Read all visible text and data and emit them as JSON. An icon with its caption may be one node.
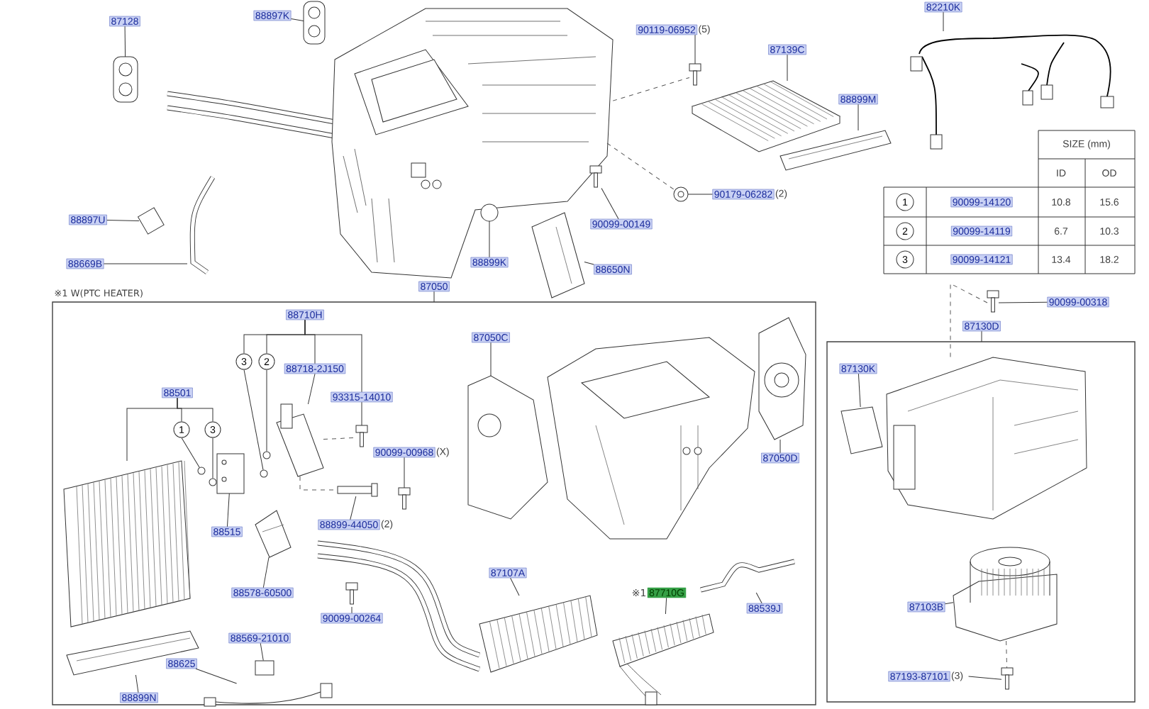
{
  "diagram": {
    "nodes": [
      {
        "text": [
          "87128"
        ]
      },
      {
        "text": [
          "88897K"
        ]
      },
      {
        "text": [
          "90119-06952"
        ],
        "beside": [
          "(5)"
        ]
      },
      {
        "text": [
          "87139C"
        ]
      },
      {
        "text": [
          "88899M"
        ]
      },
      {
        "text": [
          "82210K"
        ]
      },
      {
        "text": [
          "88897U"
        ]
      },
      {
        "text": [
          "88669B"
        ]
      },
      {
        "text": [
          "88899K"
        ]
      },
      {
        "text": [
          "90099-00149"
        ]
      },
      {
        "text": [
          "90179-06282"
        ],
        "beside": [
          "(2)"
        ]
      },
      {
        "text": [
          "88650N"
        ]
      },
      {
        "text": [
          "87050"
        ]
      },
      {
        "text": [],
        "shape": "box"
      },
      {
        "text": [
          "88710H"
        ],
        "in": 13
      },
      {
        "text": [
          "3"
        ],
        "in": 13
      },
      {
        "text": [
          "2"
        ],
        "in": 13
      },
      {
        "text": [
          "88718-2J150"
        ],
        "in": 13
      },
      {
        "text": [
          "93315-14010"
        ],
        "in": 13
      },
      {
        "text": [
          "88501"
        ],
        "in": 13
      },
      {
        "text": [
          "1"
        ],
        "in": 13
      },
      {
        "text": [
          "3"
        ],
        "in": 13
      },
      {
        "text": [
          "87050C"
        ],
        "in": 13
      },
      {
        "text": [
          "87050D"
        ],
        "in": 13
      },
      {
        "text": [
          "90099-00968"
        ],
        "beside": [
          "(X)"
        ],
        "in": 13
      },
      {
        "text": [
          "88515"
        ],
        "in": 13
      },
      {
        "text": [
          "88899-44050"
        ],
        "beside": [
          "(2)"
        ],
        "in": 13
      },
      {
        "text": [
          "88578-60500"
        ],
        "in": 13
      },
      {
        "text": [
          "90099-00264"
        ],
        "in": 13
      },
      {
        "text": [
          "87107A"
        ],
        "in": 13
      },
      {
        "text": [
          "87710G"
        ],
        "beside": [
          "※1"
        ],
        "in": 13
      },
      {
        "text": [
          "88539J"
        ],
        "in": 13
      },
      {
        "text": [
          "88569-21010"
        ],
        "in": 13
      },
      {
        "text": [
          "88625"
        ],
        "in": 13
      },
      {
        "text": [
          "88899N"
        ],
        "in": 13
      },
      {
        "text": [
          "90099-00318"
        ]
      },
      {
        "text": [
          "87130D"
        ]
      },
      {
        "text": [],
        "shape": "box"
      },
      {
        "text": [
          "87130K"
        ],
        "in": 37
      },
      {
        "text": [
          "87103B"
        ],
        "in": 37
      },
      {
        "text": [
          "87193-87101"
        ],
        "beside": [
          "(3)"
        ],
        "in": 37
      },
      {
        "text": [],
        "shape": "picture"
      },
      {
        "text": [],
        "shape": "picture"
      },
      {
        "text": [],
        "shape": "picture"
      },
      {
        "text": [],
        "shape": "picture"
      },
      {
        "text": [],
        "shape": "picture"
      },
      {
        "text": [],
        "shape": "picture"
      },
      {
        "text": [],
        "shape": "picture"
      },
      {
        "text": [],
        "shape": "picture"
      },
      {
        "text": [],
        "shape": "picture"
      },
      {
        "text": [],
        "shape": "picture"
      },
      {
        "text": [],
        "shape": "picture"
      },
      {
        "text": [],
        "shape": "picture"
      },
      {
        "text": [],
        "shape": "picture"
      },
      {
        "text": [],
        "shape": "picture",
        "in": 13
      },
      {
        "text": [],
        "shape": "picture",
        "in": 13
      },
      {
        "text": [],
        "shape": "circle",
        "in": 13
      },
      {
        "text": [],
        "shape": "circle",
        "in": 13
      },
      {
        "text": [],
        "shape": "circle",
        "in": 13
      },
      {
        "text": [],
        "shape": "circle",
        "in": 13
      },
      {
        "text": [],
        "shape": "picture",
        "in": 13
      },
      {
        "text": [],
        "shape": "picture",
        "in": 13
      },
      {
        "text": [],
        "shape": "picture",
        "in": 13
      },
      {
        "text": [],
        "shape": "picture",
        "in": 13
      },
      {
        "text": [],
        "shape": "picture",
        "in": 13
      },
      {
        "text": [],
        "shape": "picture",
        "in": 13
      },
      {
        "text": [],
        "shape": "picture",
        "in": 13
      },
      {
        "text": [],
        "shape": "picture",
        "in": 13
      },
      {
        "text": [],
        "shape": "picture",
        "in": 13
      },
      {
        "text": [],
        "shape": "picture",
        "in": 13
      },
      {
        "text": [],
        "shape": "picture",
        "in": 13
      },
      {
        "text": [],
        "shape": "picture",
        "in": 13
      },
      {
        "text": [],
        "shape": "picture",
        "in": 13
      },
      {
        "text": [],
        "shape": "picture",
        "in": 13
      },
      {
        "text": [],
        "shape": "box",
        "in": 13
      },
      {
        "text": [],
        "shape": "picture"
      },
      {
        "text": [],
        "shape": "picture",
        "in": 37
      },
      {
        "text": [],
        "shape": "picture",
        "in": 37
      },
      {
        "text": [],
        "shape": "picture",
        "in": 37
      },
      {
        "text": [],
        "shape": "picture",
        "in": 37
      }
    ],
    "edges": [
      {
        "from": 0,
        "to": 41,
        "arrow": "none"
      },
      {
        "from": 1,
        "to": 42,
        "arrow": "none"
      },
      {
        "from": 2,
        "to": 46,
        "arrow": "none"
      },
      {
        "from": 3,
        "to": 47,
        "arrow": "none"
      },
      {
        "from": 4,
        "to": 48,
        "arrow": "none"
      },
      {
        "from": 5,
        "to": 49,
        "arrow": "none"
      },
      {
        "from": 6,
        "to": 45,
        "arrow": "none"
      },
      {
        "from": 7,
        "to": 44,
        "arrow": "none"
      },
      {
        "from": 8,
        "to": 53,
        "arrow": "none"
      },
      {
        "from": 9,
        "to": 50,
        "arrow": "none"
      },
      {
        "from": 10,
        "to": 51,
        "arrow": "none"
      },
      {
        "from": 11,
        "to": 52,
        "arrow": "none"
      },
      {
        "from": 12,
        "to": 13,
        "arrow": "none"
      },
      {
        "from": 14,
        "to": 15,
        "arrow": "none"
      },
      {
        "from": 14,
        "to": 16,
        "arrow": "none"
      },
      {
        "from": 14,
        "to": 17,
        "arrow": "none"
      },
      {
        "from": 14,
        "to": 18,
        "arrow": "none"
      },
      {
        "from": 15,
        "to": 58,
        "arrow": "none"
      },
      {
        "from": 16,
        "to": 59,
        "arrow": "none"
      },
      {
        "from": 17,
        "to": 61,
        "arrow": "none"
      },
      {
        "from": 18,
        "to": 62,
        "arrow": "none"
      },
      {
        "from": 19,
        "to": 20,
        "arrow": "none"
      },
      {
        "from": 19,
        "to": 21,
        "arrow": "none"
      },
      {
        "from": 19,
        "to": 54,
        "arrow": "none"
      },
      {
        "from": 20,
        "to": 56,
        "arrow": "none"
      },
      {
        "from": 21,
        "to": 57,
        "arrow": "none"
      },
      {
        "from": 22,
        "to": 66,
        "arrow": "none"
      },
      {
        "from": 23,
        "to": 68,
        "arrow": "none"
      },
      {
        "from": 24,
        "to": 64,
        "arrow": "none"
      },
      {
        "from": 25,
        "to": 60,
        "arrow": "none"
      },
      {
        "from": 26,
        "to": 63,
        "arrow": "none"
      },
      {
        "from": 27,
        "to": 69,
        "arrow": "none"
      },
      {
        "from": 28,
        "to": 65,
        "arrow": "none"
      },
      {
        "from": 29,
        "to": 70,
        "arrow": "none"
      },
      {
        "from": 30,
        "to": 71,
        "arrow": "none"
      },
      {
        "from": 31,
        "to": 72,
        "arrow": "none"
      },
      {
        "from": 32,
        "to": 74,
        "arrow": "none"
      },
      {
        "from": 33,
        "to": 73,
        "arrow": "none"
      },
      {
        "from": 34,
        "to": 55,
        "arrow": "none"
      },
      {
        "from": 35,
        "to": 75,
        "arrow": "none"
      },
      {
        "from": 36,
        "to": 37,
        "arrow": "none"
      },
      {
        "from": 38,
        "to": 77,
        "arrow": "none"
      },
      {
        "from": 39,
        "to": 78,
        "arrow": "none"
      },
      {
        "from": 40,
        "to": 79,
        "arrow": "none"
      },
      {
        "from": 43,
        "to": 46,
        "arrow": "none",
        "style": "dashed"
      },
      {
        "from": 43,
        "to": 51,
        "arrow": "none",
        "style": "dashed"
      },
      {
        "from": 61,
        "to": 62,
        "arrow": "none",
        "style": "dashed"
      },
      {
        "from": 61,
        "to": 63,
        "arrow": "none",
        "style": "dashed"
      },
      {
        "from": 75,
        "to": 76,
        "arrow": "none",
        "style": "dashed"
      },
      {
        "from": 78,
        "to": 79,
        "arrow": "none",
        "style": "dashed"
      }
    ],
    "labels": [
      "SIZE (mm)",
      "ID",
      "OD",
      "1",
      "90099-14120",
      "10.8",
      "15.6",
      "2",
      "90099-14119",
      "6.7",
      "10.3",
      "3",
      "90099-14121",
      "13.4",
      "18.2",
      "※1 W(PTC HEATER)"
    ]
  }
}
